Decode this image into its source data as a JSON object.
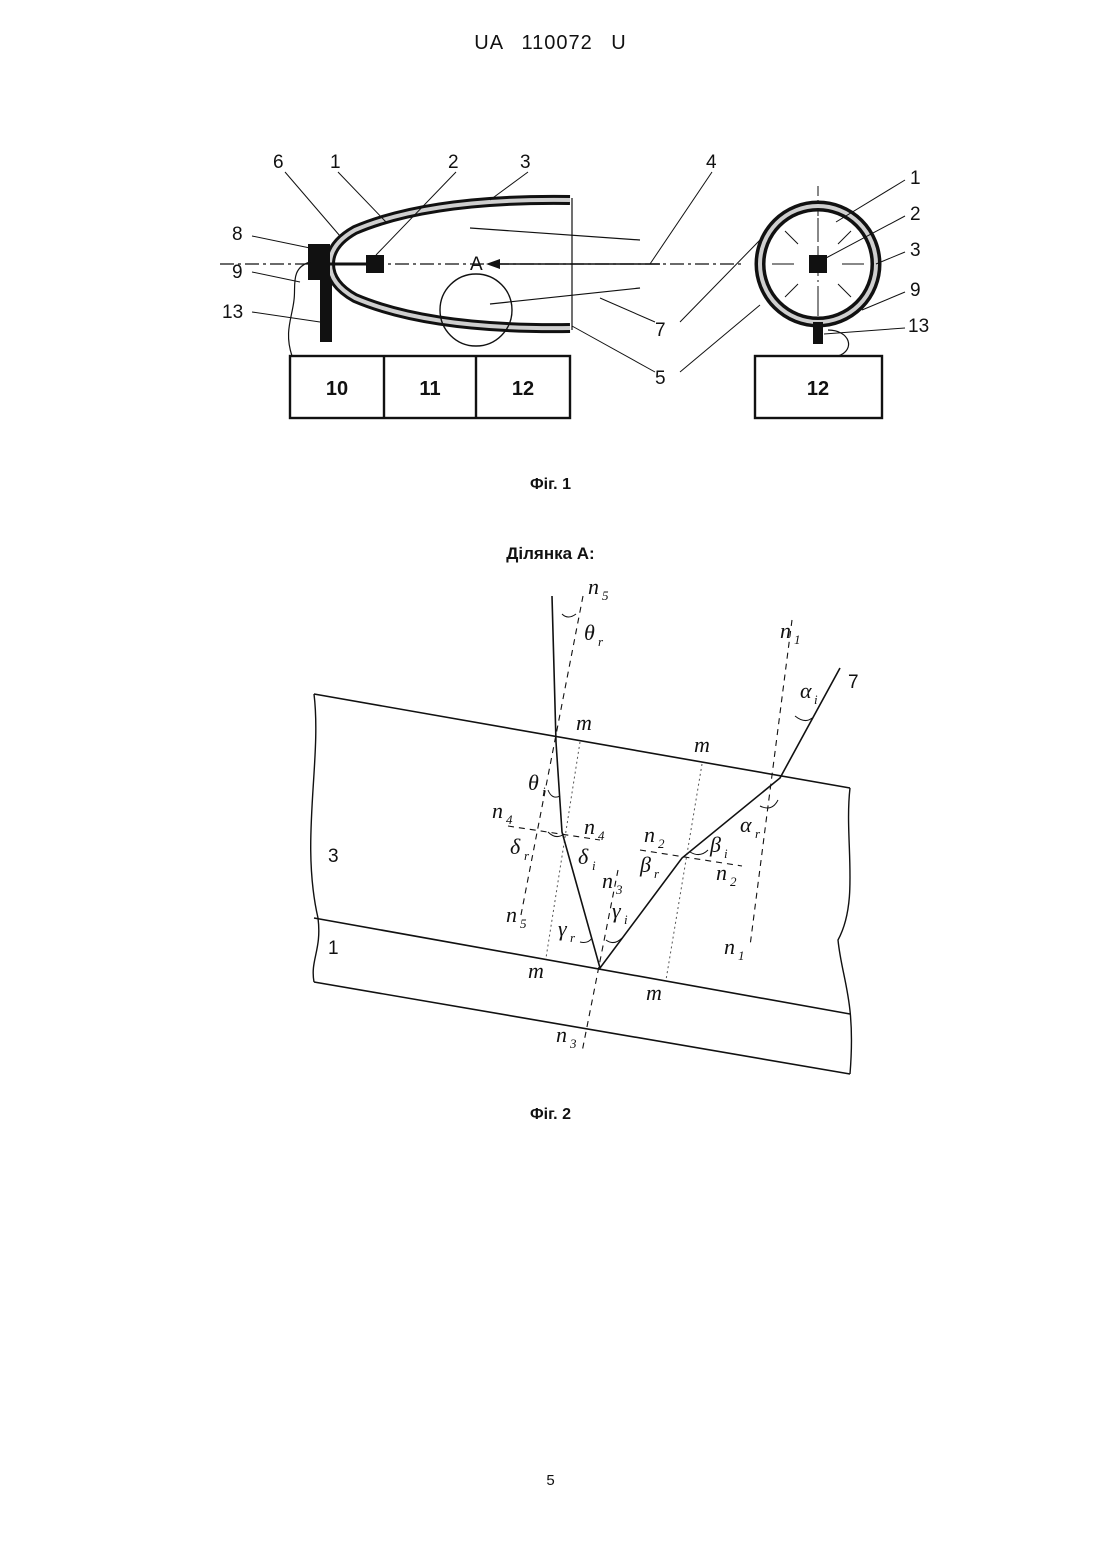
{
  "header": {
    "text": "UA   110072   U"
  },
  "figure1": {
    "caption": "Фіг. 1",
    "section_label": "A",
    "side_view_labels": [
      "6",
      "1",
      "2",
      "3",
      "4",
      "8",
      "9",
      "13",
      "7",
      "5"
    ],
    "side_view_blocks": [
      "10",
      "11",
      "12"
    ],
    "front_view_labels": [
      "1",
      "2",
      "3",
      "9",
      "13"
    ],
    "front_view_block": "12"
  },
  "figure2": {
    "title": "Ділянка А:",
    "caption": "Фіг. 2",
    "layer_labels": [
      "3",
      "1"
    ],
    "ray_label": "7",
    "normal_label": "m",
    "symbols": {
      "n5": [
        "n",
        "5"
      ],
      "n1": [
        "n",
        "1"
      ],
      "n4": [
        "n",
        "4"
      ],
      "n2": [
        "n",
        "2"
      ],
      "n3": [
        "n",
        "3"
      ],
      "theta_r": [
        "θ",
        "r"
      ],
      "theta_i": [
        "θ",
        "i"
      ],
      "alpha_i": [
        "α",
        "i"
      ],
      "alpha_r": [
        "α",
        "r"
      ],
      "delta_r": [
        "δ",
        "r"
      ],
      "delta_i": [
        "δ",
        "i"
      ],
      "beta_r": [
        "β",
        "r"
      ],
      "beta_i": [
        "β",
        "i"
      ],
      "gamma_r": [
        "γ",
        "r"
      ],
      "gamma_i": [
        "γ",
        "i"
      ]
    }
  },
  "page_number": "5",
  "colors": {
    "ink": "#111111",
    "paper": "#ffffff",
    "mid_layer": "#cfcfcf"
  }
}
